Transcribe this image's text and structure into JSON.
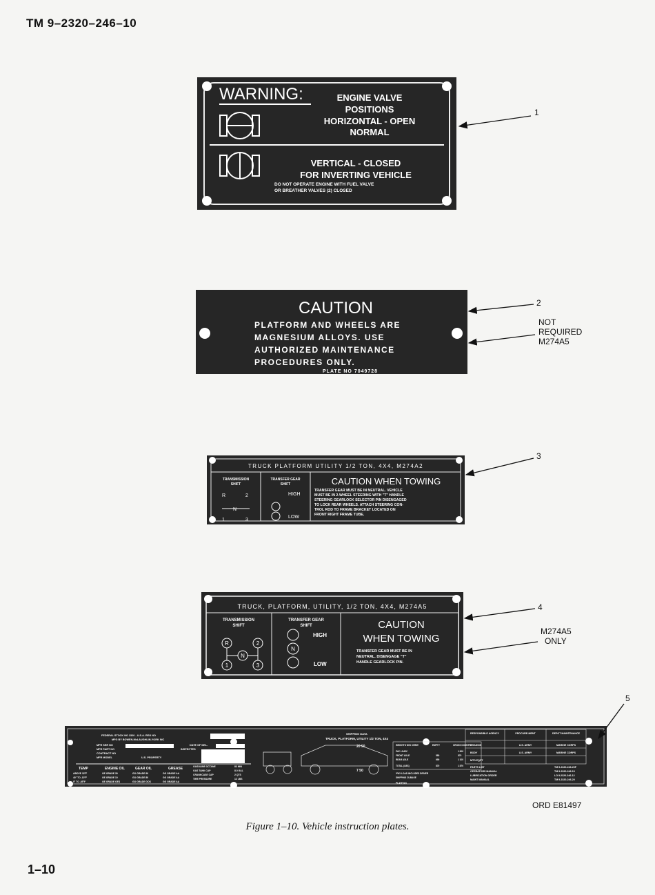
{
  "header": {
    "doc_number": "TM 9–2320–246–10"
  },
  "footer": {
    "page_number": "1–10"
  },
  "figure": {
    "caption": "Figure 1–10. Vehicle instruction plates.",
    "ord_number": "ORD E81497"
  },
  "callouts": {
    "c1": "1",
    "c2": "2",
    "c3": "3",
    "c4": "4",
    "c5": "5",
    "note2": [
      "NOT",
      "REQUIRED",
      "M274A5"
    ],
    "note4": [
      "M274A5",
      "ONLY"
    ]
  },
  "plate1": {
    "title": "WARNING:",
    "lines_top": [
      "ENGINE VALVE",
      "POSITIONS",
      "HORIZONTAL - OPEN",
      "NORMAL"
    ],
    "lines_bottom": [
      "VERTICAL - CLOSED",
      "FOR INVERTING VEHICLE"
    ],
    "small": [
      "DO NOT OPERATE ENGINE WITH FUEL VALVE",
      "OR BREATHER VALVES (2) CLOSED"
    ]
  },
  "plate2": {
    "title": "CAUTION",
    "lines": [
      "PLATFORM AND WHEELS ARE",
      "MAGNESIUM ALLOYS. USE",
      "AUTHORIZED MAINTENANCE",
      "PROCEDURES ONLY."
    ],
    "plate_no": "PLATE NO 7049728"
  },
  "plate3": {
    "title": "TRUCK PLATFORM UTILITY 1/2 TON, 4X4, M274A2",
    "transmission": [
      "TRANSMISSION",
      "SHIFT"
    ],
    "transfer": [
      "TRANSFER GEAR",
      "SHIFT"
    ],
    "high": "HIGH",
    "low": "LOW",
    "gears": [
      "R",
      "2",
      "N",
      "1",
      "3"
    ],
    "caution": "CAUTION WHEN TOWING",
    "text": [
      "TRANSFER GEAR MUST BE IN NEUTRAL. VEHICLE",
      "MUST BE IN 2-WHEEL STEERING WITH \"T\" HANDLE",
      "STEERING GEARLOCK SELECTOR PIN DISENGAGED",
      "TO LOCK REAR WHEELS. ATTACH STEERING CON-",
      "TROL ROD TO FRAME BRACKET LOCATED ON",
      "FRONT RIGHT FRAME TUBE."
    ]
  },
  "plate4": {
    "title": "TRUCK, PLATFORM, UTILITY, 1/2 TON, 4X4, M274A5",
    "transmission": [
      "TRANSMISSION",
      "SHIFT"
    ],
    "transfer": [
      "TRANSFER GEAR",
      "SHIFT"
    ],
    "high": "HIGH",
    "low": "LOW",
    "gears": [
      "R",
      "2",
      "N",
      "1",
      "3"
    ],
    "caution": [
      "CAUTION",
      "WHEN TOWING"
    ],
    "text": [
      "TRANSFER GEAR MUST BE IN",
      "NEUTRAL. DISENGAGE \"T\"",
      "HANDLE GEARLOCK PIN."
    ]
  },
  "plate5": {
    "left": {
      "lines": [
        "FEDERAL STOCK NO 2320 - U.S.A. REG NO",
        "MFG BY BOWEN-McLAUGHLIN-YORK INC",
        "MFR SER NO",
        "MFR PART NO",
        "CONTRACT NO",
        "MFR MODEL",
        "U.S. PROPERTY",
        "DATE OF DEL-",
        "INSPECTED"
      ],
      "table_headers": [
        "TEMP",
        "ENGINE OIL",
        "GEAR OIL",
        "GREASE"
      ],
      "temp": [
        "ABOVE 32°F",
        "40° TO -10°F",
        "0° TO -65°F"
      ],
      "engine_oil": [
        "OE GRADE 30",
        "OE GRADE 10",
        "OE GRADE OES"
      ],
      "gear_oil": [
        "GO GRADE 90",
        "GO GRADE 80",
        "GO GRADE GOS"
      ],
      "grease": [
        "GG GRADE AA",
        "GG GRADE AA",
        "GG GRADE AA"
      ],
      "specs": [
        [
          "GASOLINE OCTANE",
          "83 MIN"
        ],
        [
          "GAS TANK CAP",
          "8.0 GAL"
        ],
        [
          "CRANKCASE CAP",
          "2 QTS"
        ],
        [
          "TIRE PRESSURE",
          "12 LBS"
        ]
      ]
    },
    "middle": {
      "title": [
        "SHIPPING DATA",
        "TRUCK, PLATFORM, UTILITY 1/2 TON, 4X4"
      ],
      "dims": [
        "20 50",
        "7 50"
      ],
      "weights_headers": [
        "WEIGHTS W/O CREW",
        "EMPTY",
        "CROSS COUNTRY"
      ],
      "weights_rows": [
        [
          "PAY LOAD*",
          "",
          "1 000"
        ],
        [
          "FRONT AXLE",
          "580",
          "870"
        ],
        [
          "REAR AXLE",
          "690",
          "1 100"
        ],
        [
          "TOTAL (LBS)",
          "870",
          "1 870"
        ]
      ],
      "notes": [
        "*PAY LOAD INCLUDES DRIVER",
        "SHIPPING CUBAGE",
        "PLATE NO"
      ]
    },
    "right": {
      "headers": [
        "RESPONSIBLE AGENCY",
        "PROCURE-MENT",
        "DEPOT MAINTENANCE"
      ],
      "rows": [
        [
          "CHASSIS",
          "U.S. ARMY",
          "MARINE CORPS"
        ],
        [
          "BODY",
          "U.S. ARMY",
          "MARINE CORPS"
        ],
        [
          "MTD EQPT",
          "",
          ""
        ]
      ],
      "manuals": [
        [
          "PARTS LIST",
          "TM 9-2320-246-20P"
        ],
        [
          "OPERATORS MANUAL",
          "TM 9-2320-246-10"
        ],
        [
          "LUBRICATION ORDER",
          "LO 9-2320-246-12"
        ],
        [
          "MAINT MANUAL",
          "TM 9-2320-246-20"
        ]
      ]
    }
  },
  "colors": {
    "plate": "#262626",
    "paper": "#f5f5f3",
    "ink": "#111111"
  }
}
